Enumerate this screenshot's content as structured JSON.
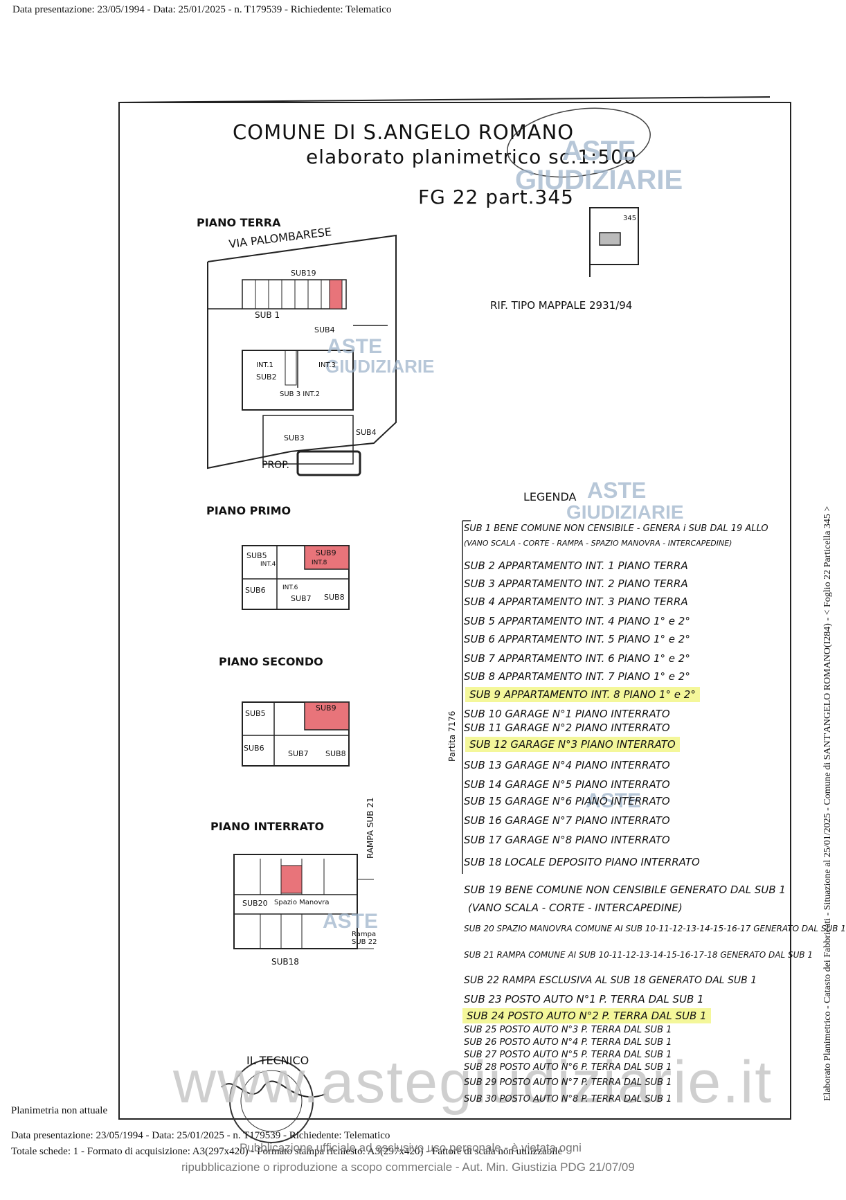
{
  "header": {
    "text": "Data presentazione: 23/05/1994 - Data: 25/01/2025 - n. T179539 - Richiedente: Telematico"
  },
  "titles": {
    "line1": "COMUNE DI S.ANGELO ROMANO",
    "line2": "elaborato planimetrico sc.1:500",
    "line3": "FG 22 part.345"
  },
  "plan": {
    "piano_terra": "PIANO TERRA",
    "street": "VIA PALOMBARESE",
    "piano_primo": "PIANO PRIMO",
    "piano_secondo": "PIANO SECONDO",
    "piano_interrato": "PIANO INTERRATO",
    "prop": "PROP.",
    "rif": "RIF. TIPO MAPPALE 2931/94",
    "map_number": "345",
    "rampa": "RAMPA SUB 21",
    "labels": {
      "sub19": "SUB19",
      "sub1": "SUB 1",
      "sub4": "SUB4",
      "sub2": "SUB2",
      "int1": "INT.1",
      "int3": "INT.3",
      "sub3_int2": "SUB 3 INT.2",
      "sub3": "SUB3",
      "sub4b": "SUB4",
      "sub5": "SUB5",
      "sub9": "SUB9",
      "int4": "INT.4",
      "int8": "INT.8",
      "sub6": "SUB6",
      "int6": "INT.6",
      "sub7": "SUB7",
      "sub8": "SUB8",
      "sub20": "SUB20",
      "spazio_manovra": "Spazio Manovra",
      "sub18": "SUB18",
      "rampa_sub22": "Rampa SUB 22"
    }
  },
  "legend": {
    "title": "LEGENDA",
    "partita": "Partita 7176",
    "rows": [
      "SUB 1  BENE COMUNE NON CENSIBILE - GENERA i SUB DAL 19 ALLO",
      "(VANO SCALA - CORTE - RAMPA - SPAZIO MANOVRA - INTERCAPEDINE)",
      "SUB 2  APPARTAMENTO INT. 1  PIANO TERRA",
      "SUB 3  APPARTAMENTO INT. 2  PIANO TERRA",
      "SUB 4  APPARTAMENTO INT. 3  PIANO TERRA",
      "SUB 5  APPARTAMENTO INT. 4  PIANO 1° e 2°",
      "SUB 6  APPARTAMENTO INT. 5  PIANO 1° e 2°",
      "SUB 7  APPARTAMENTO INT. 6  PIANO 1° e 2°",
      "SUB 8  APPARTAMENTO INT. 7  PIANO 1° e 2°",
      "SUB 9  APPARTAMENTO INT. 8  PIANO 1° e 2°",
      "SUB 10  GARAGE N°1  PIANO INTERRATO",
      "SUB 11  GARAGE N°2  PIANO INTERRATO",
      "SUB 12  GARAGE N°3  PIANO INTERRATO",
      "SUB 13  GARAGE N°4  PIANO INTERRATO",
      "SUB 14  GARAGE N°5  PIANO INTERRATO",
      "SUB 15  GARAGE N°6  PIANO INTERRATO",
      "SUB 16  GARAGE N°7  PIANO INTERRATO",
      "SUB 17  GARAGE N°8  PIANO INTERRATO",
      "SUB 18  LOCALE DEPOSITO  PIANO INTERRATO",
      "SUB 19  BENE COMUNE NON CENSIBILE  GENERATO DAL SUB 1",
      "(VANO SCALA - CORTE - INTERCAPEDINE)",
      "SUB 20  SPAZIO MANOVRA  COMUNE AI SUB 10-11-12-13-14-15-16-17  GENERATO DAL SUB 1",
      "SUB 21  RAMPA  COMUNE AI SUB 10-11-12-13-14-15-16-17-18  GENERATO DAL SUB 1",
      "SUB 22  RAMPA  ESCLUSIVA AL SUB 18  GENERATO DAL SUB 1",
      "SUB 23  POSTO AUTO N°1  P. TERRA  DAL SUB 1",
      "SUB 24  POSTO AUTO N°2  P. TERRA  DAL SUB 1",
      "SUB 25  POSTO AUTO N°3  P. TERRA  DAL SUB 1",
      "SUB 26  POSTO AUTO N°4  P. TERRA  DAL SUB 1",
      "SUB 27  POSTO AUTO N°5  P. TERRA  DAL SUB 1",
      "SUB 28  POSTO AUTO N°6  P. TERRA  DAL SUB 1",
      "SUB 29  POSTO AUTO N°7  P. TERRA  DAL SUB 1",
      "SUB 30  POSTO AUTO N°8  P. TERRA  DAL SUB 1"
    ],
    "highlight_color": "#f4f79a"
  },
  "stamp": {
    "text": "IL TECNICO"
  },
  "watermark": {
    "aste": "ASTE",
    "giudiziarie": "GIUDIZIARIE",
    "site": "www.astegiudiziarie.it"
  },
  "side_text": "Elaborato Planimetrico - Catasto dei Fabbricati - Situazione al 25/01/2025 - Comune di SANT'ANGELO ROMANO(I284) - < Foglio 22 Particella 345 >",
  "footer": {
    "note": "Planimetria non attuale",
    "line1": "Data presentazione: 23/05/1994 - Data: 25/01/2025 - n. T179539 - Richiedente: Telematico",
    "line2": "Totale schede: 1 - Formato di acquisizione: A3(297x420) - Formato stampa richiesto: A3(297x420) - Fattore di scala non utilizzabile",
    "disclaimer1": "Pubblicazione ufficiale ad esclusivo uso personale - è vietata ogni",
    "disclaimer2": "ripubblicazione o riproduzione a scopo commerciale - Aut. Min. Giustizia PDG 21/07/09"
  },
  "colors": {
    "red_fill": "#e8747a",
    "ink": "#111111",
    "watermark_blue": "#9fb5cc",
    "highlight": "#f4f79a"
  }
}
